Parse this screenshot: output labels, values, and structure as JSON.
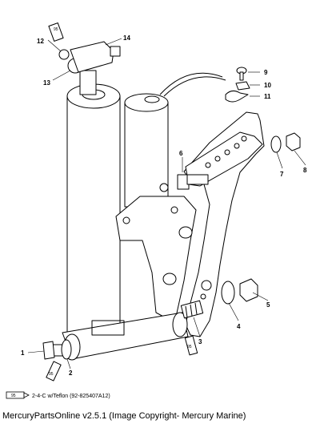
{
  "diagram": {
    "callouts": [
      "1",
      "2",
      "3",
      "4",
      "5",
      "6",
      "7",
      "8",
      "9",
      "10",
      "11",
      "12",
      "13",
      "14"
    ],
    "tube_label": "95",
    "legend": {
      "tube_label": "95",
      "text": "2-4-C w/Teflon (92-825407A12)"
    }
  },
  "footer": {
    "copyright": "MercuryPartsOnline v2.5.1 (Image Copyright- Mercury Marine)"
  }
}
